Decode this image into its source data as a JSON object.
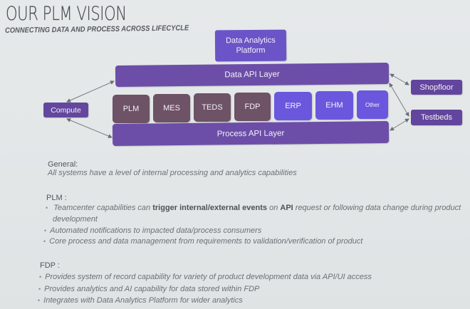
{
  "header": {
    "title": "OUR PLM VISION",
    "subtitle": "CONNECTING DATA AND PROCESS ACROSS LIFECYCLE"
  },
  "diagram": {
    "top_box": {
      "line1": "Data Analytics",
      "line2": "Platform"
    },
    "data_api_layer": "Data API Layer",
    "process_api_layer": "Process API Layer",
    "left_box": "Compute",
    "right_boxes": [
      "Shopfloor",
      "Testbeds"
    ],
    "systems": [
      {
        "label": "PLM",
        "color": "#6e5265"
      },
      {
        "label": "MES",
        "color": "#6e5265"
      },
      {
        "label": "TEDS",
        "color": "#6e5265"
      },
      {
        "label": "FDP",
        "color": "#6e5265"
      },
      {
        "label": "ERP",
        "color": "#6a57dd"
      },
      {
        "label": "EHM",
        "color": "#6a57dd"
      },
      {
        "label": "Other",
        "color": "#6a57dd"
      }
    ],
    "colors": {
      "layer": "#6c4ea8",
      "legacy_system": "#6e5265",
      "other_system": "#6a57dd"
    }
  },
  "sections": {
    "general": {
      "heading": "General:",
      "text": "All systems have a level of internal processing and analytics capabilities"
    },
    "plm": {
      "heading": "PLM :",
      "bullet1_pre": "Teamcenter capabilities can ",
      "bullet1_bold1": "trigger internal/external events",
      "bullet1_mid": " on ",
      "bullet1_bold2": "API",
      "bullet1_post": " request or following data change during product",
      "bullet1_cont": "development",
      "bullet2": "Automated notifications to impacted data/process consumers",
      "bullet3": "Core process and data management from requirements to validation/verification of product"
    },
    "fdp": {
      "heading": "FDP :",
      "bullet1": "Provides system of record capability for variety of product development data via API/UI access",
      "bullet2": "Provides analytics and AI capability for data stored within FDP",
      "bullet3": "Integrates with Data Analytics Platform for wider analytics"
    }
  }
}
